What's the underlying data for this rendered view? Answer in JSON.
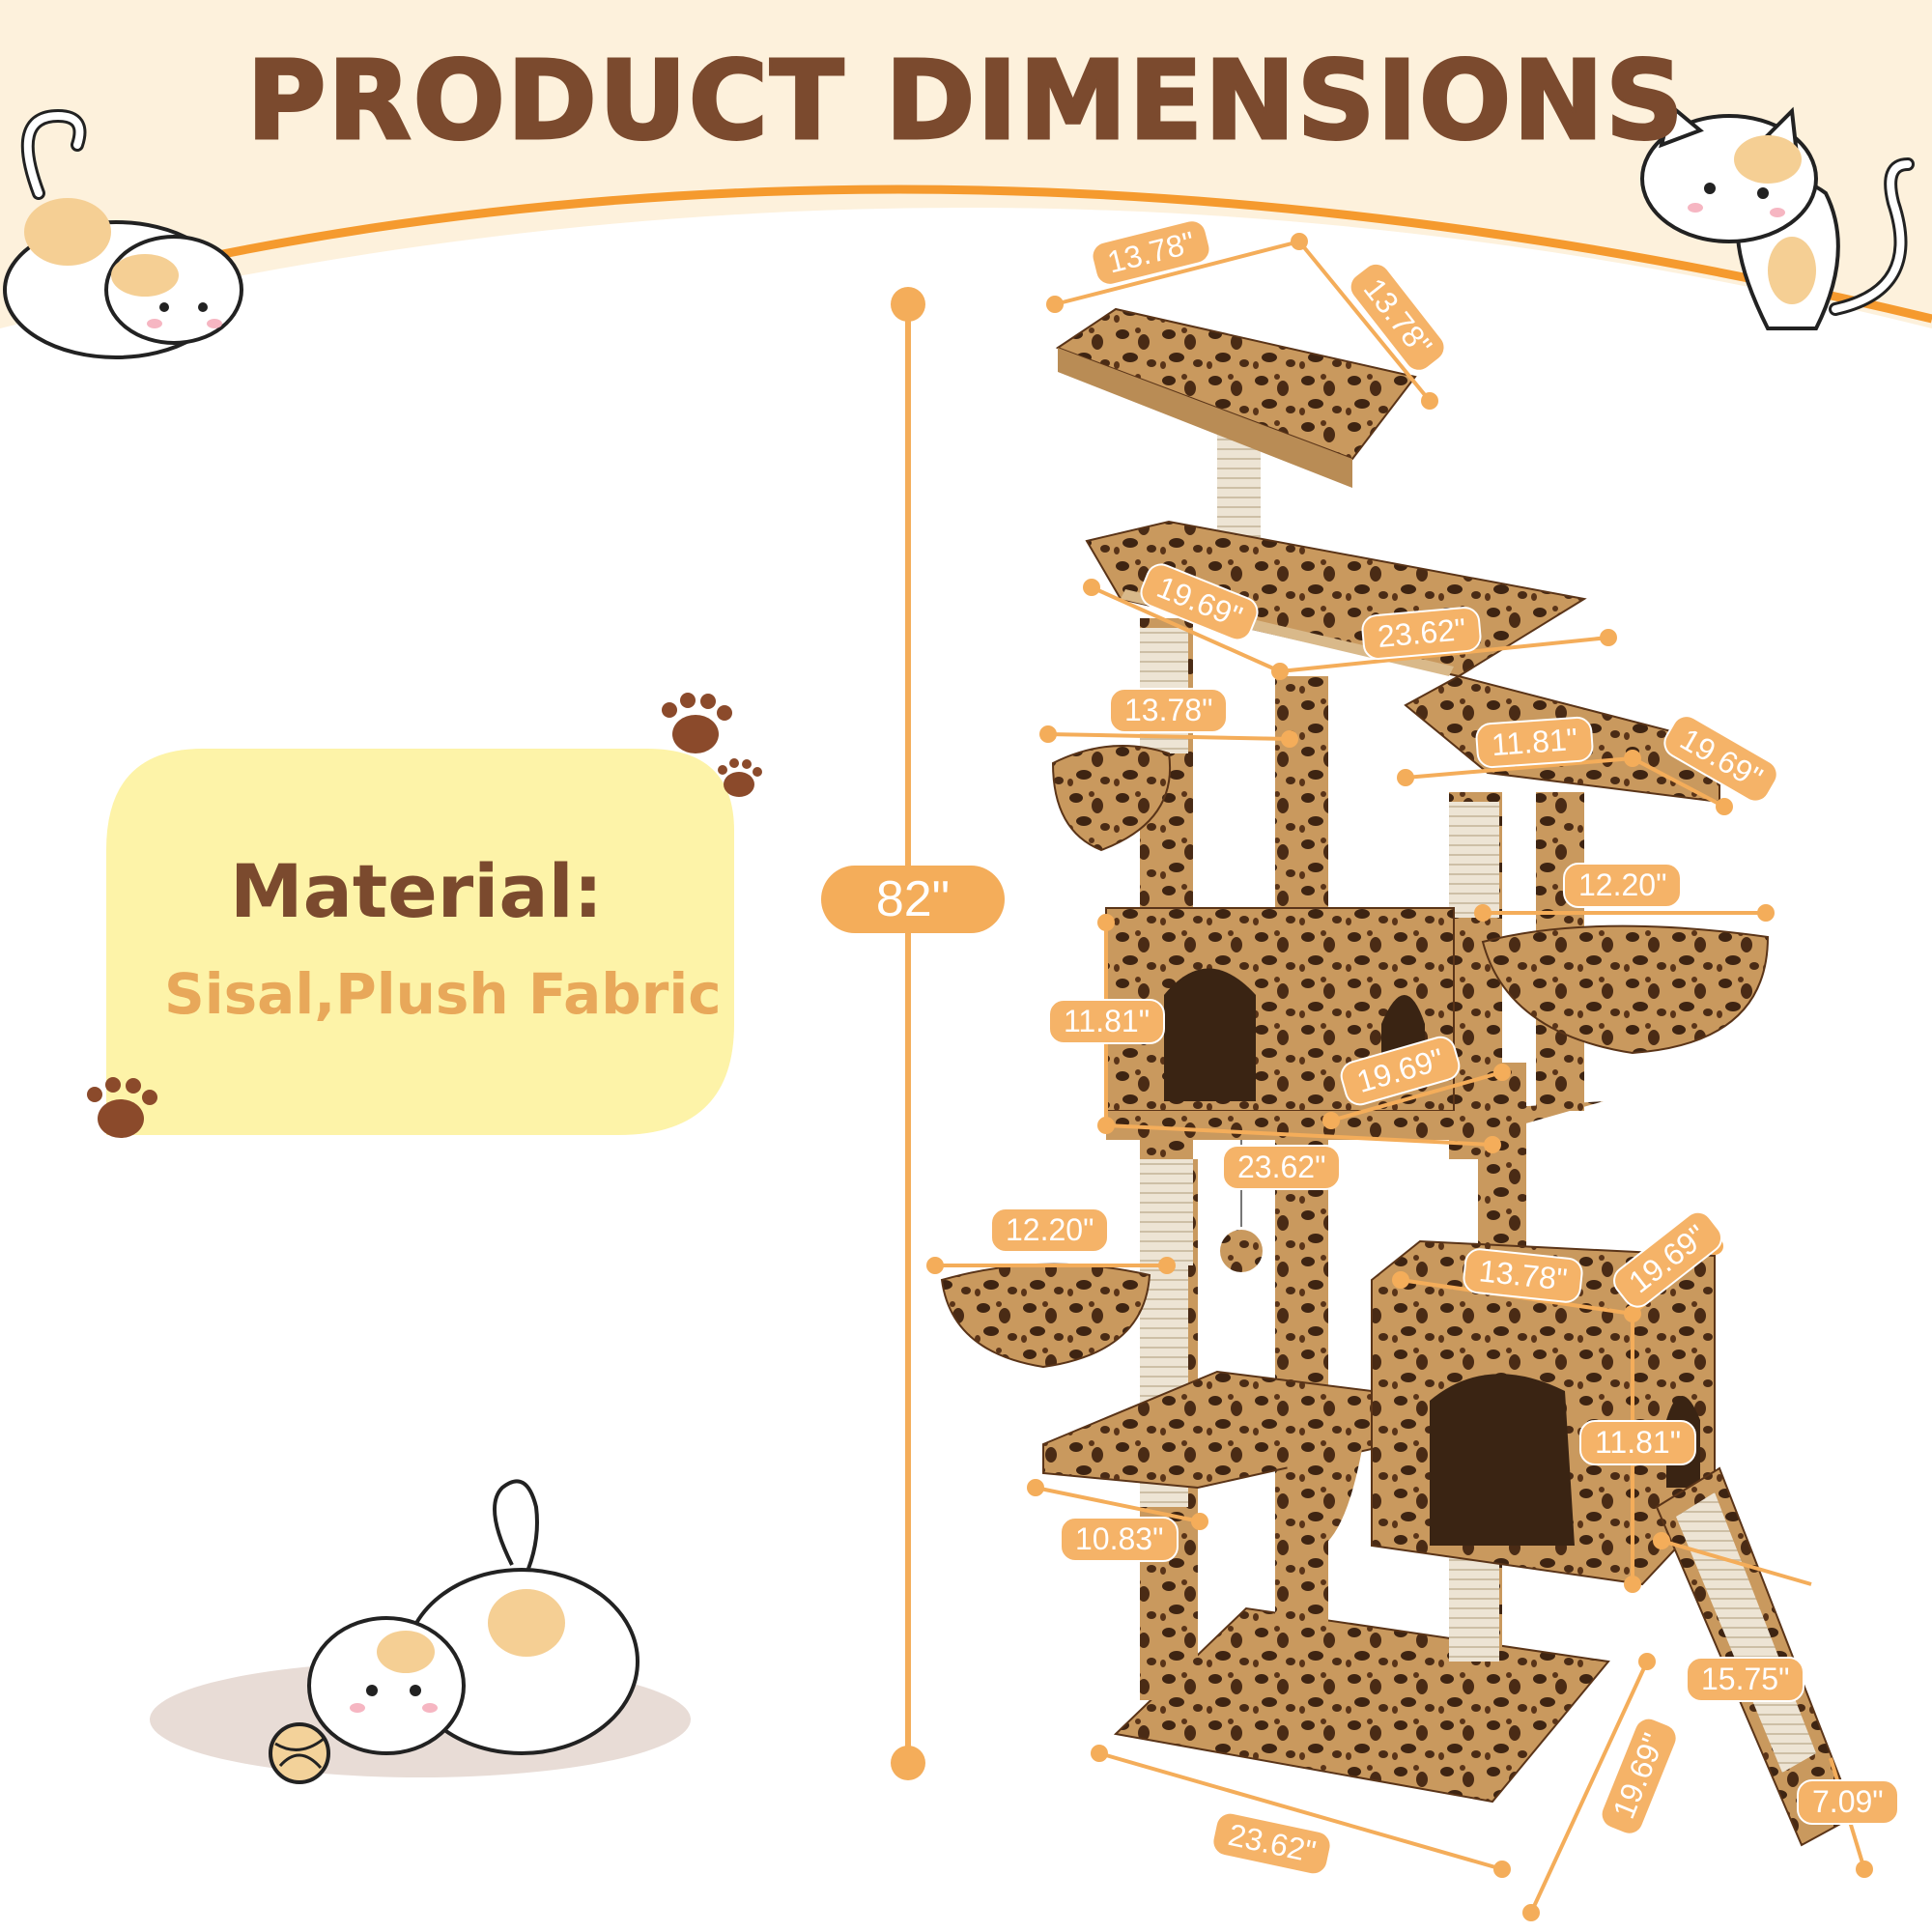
{
  "title": "PRODUCT DIMENSIONS",
  "material": {
    "label": "Material:",
    "value": "Sisal,Plush Fabric"
  },
  "height": "82\"",
  "dimensions": {
    "top_perch_width": "13.78\"",
    "top_perch_depth": "13.78\"",
    "top_bed_depth": "19.69\"",
    "top_bed_width": "23.62\"",
    "left_hammock_width": "13.78\"",
    "right_platform_width": "11.81\"",
    "right_platform_depth": "19.69\"",
    "right_basket_diameter": "12.20\"",
    "condo_height": "11.81\"",
    "condo_depth": "19.69\"",
    "condo_width": "23.62\"",
    "left_basket_diameter": "12.20\"",
    "lower_condo_width": "13.78\"",
    "lower_condo_depth": "19.69\"",
    "low_platform_width": "10.83\"",
    "lower_condo_height": "11.81\"",
    "ramp_length": "15.75\"",
    "base_width": "23.62\"",
    "base_depth": "19.69\"",
    "ramp_width": "7.09\""
  },
  "colors": {
    "accent": "#f4ad5a",
    "title_brown": "#7b4a2e",
    "material_value": "#e8a85a",
    "header_band": "#fdf1dc",
    "material_panel": "#fdf3a8"
  }
}
